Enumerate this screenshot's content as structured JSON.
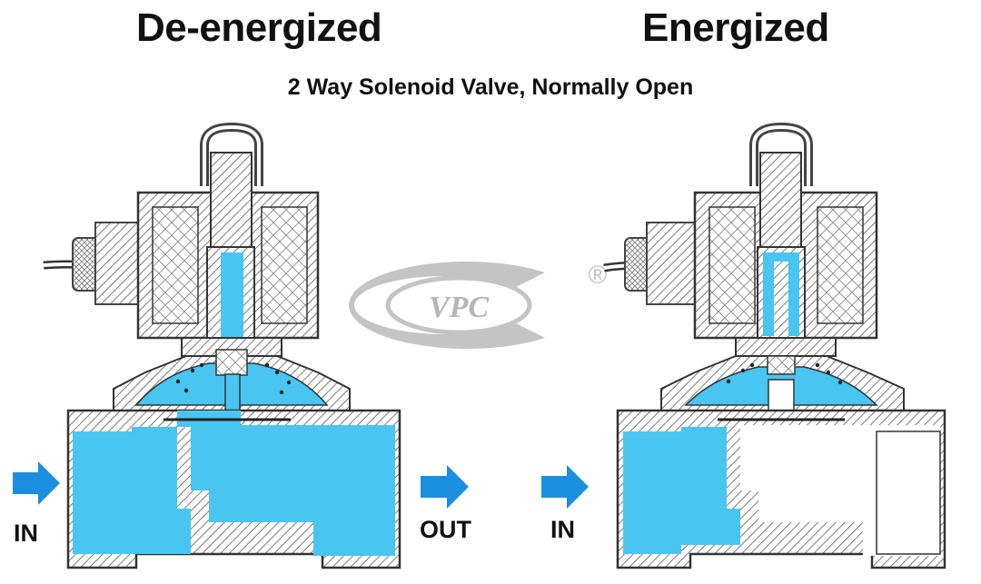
{
  "headings": {
    "left": "De-energized",
    "right": "Energized"
  },
  "subtitle": "2 Way Solenoid Valve, Normally Open",
  "labels": {
    "in_left": "IN",
    "out_middle": "OUT",
    "in_right": "IN"
  },
  "logo": {
    "text": "VPC",
    "registered_mark": "®"
  },
  "colors": {
    "fluid": "#49c5f1",
    "arrow": "#1a8fe0",
    "metal": "#6b6b6b",
    "logo": "#b8b8b8"
  }
}
